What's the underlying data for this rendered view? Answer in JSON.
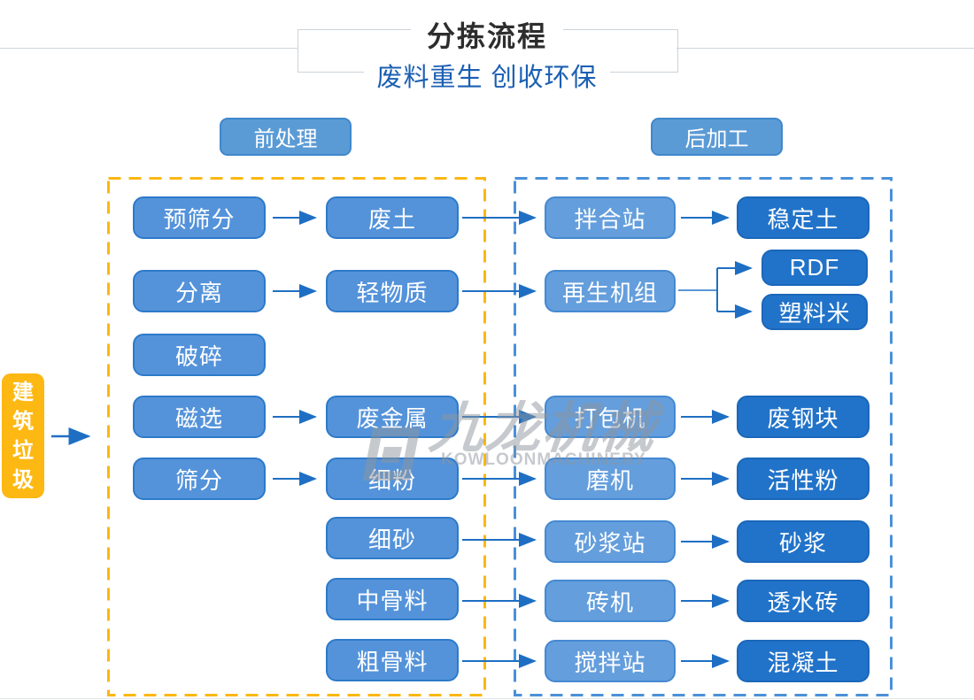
{
  "header": {
    "title": "分拣流程",
    "subtitle": "废料重生 创收环保"
  },
  "sections": {
    "pre_label": "前处理",
    "post_label": "后加工"
  },
  "source_label": "建筑垃圾",
  "left": {
    "col1": [
      "预筛分",
      "分离",
      "破碎",
      "磁选",
      "筛分"
    ],
    "col2": [
      "废土",
      "轻物质",
      "废金属",
      "细粉",
      "细砂",
      "中骨料",
      "粗骨料"
    ]
  },
  "right": {
    "col3": [
      "拌合站",
      "再生机组",
      "打包机",
      "磨机",
      "砂浆站",
      "砖机",
      "搅拌站"
    ],
    "col4": [
      "稳定土",
      "RDF",
      "塑料米",
      "废钢块",
      "活性粉",
      "砂浆",
      "透水砖",
      "混凝土"
    ]
  },
  "watermark": {
    "name": "九龙机械",
    "latin": "KOWLOONMACHINERY"
  },
  "edges": [
    {
      "from": "建筑垃圾",
      "to": "前处理"
    },
    {
      "from": "预筛分",
      "to": "废土"
    },
    {
      "from": "分离",
      "to": "轻物质"
    },
    {
      "from": "磁选",
      "to": "废金属"
    },
    {
      "from": "筛分",
      "to": "细粉"
    },
    {
      "from": "废土",
      "to": "拌合站"
    },
    {
      "from": "轻物质",
      "to": "再生机组"
    },
    {
      "from": "废金属",
      "to": "打包机"
    },
    {
      "from": "细粉",
      "to": "磨机"
    },
    {
      "from": "细砂",
      "to": "砂浆站"
    },
    {
      "from": "中骨料",
      "to": "砖机"
    },
    {
      "from": "粗骨料",
      "to": "搅拌站"
    },
    {
      "from": "拌合站",
      "to": "稳定土"
    },
    {
      "from": "再生机组",
      "to": "RDF"
    },
    {
      "from": "再生机组",
      "to": "塑料米"
    },
    {
      "from": "打包机",
      "to": "废钢块"
    },
    {
      "from": "磨机",
      "to": "活性粉"
    },
    {
      "from": "砂浆站",
      "to": "砂浆"
    },
    {
      "from": "砖机",
      "to": "透水砖"
    },
    {
      "from": "搅拌站",
      "to": "混凝土"
    }
  ],
  "colors": {
    "box_blue": "#5493da",
    "box_blue_light": "#649edc",
    "box_blue_dark": "#2173c9",
    "accent_yellow": "#fdb813",
    "dash_yellow": "#fcb712",
    "dash_blue": "#4a90d9",
    "arrow_blue": "#1e6fc3",
    "title_dark": "#2d2d2d",
    "subtitle_blue": "#1b5fb3",
    "line_gray": "#cfd5dc"
  }
}
